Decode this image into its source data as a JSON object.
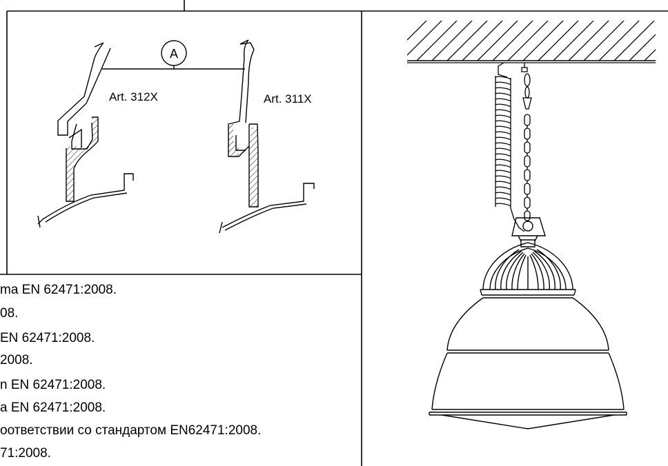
{
  "detail": {
    "marker": "A",
    "left_label": "Art. 312X",
    "right_label": "Art. 311X"
  },
  "notes": [
    "ma EN 62471:2008.",
    "08.",
    "EN 62471:2008.",
    "2008.",
    "n EN 62471:2008.",
    "a EN 62471:2008.",
    "оответствии со стандартом EN62471:2008.",
    "71:2008."
  ]
}
